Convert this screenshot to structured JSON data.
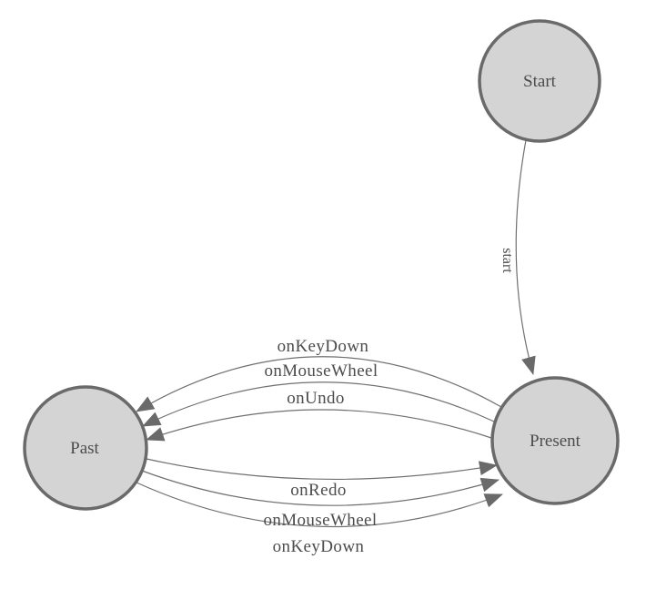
{
  "diagram": {
    "type": "state-machine",
    "colors": {
      "background": "#ffffff",
      "node_fill": "#d4d4d4",
      "node_stroke": "#6a6a6a",
      "edge_stroke": "#707070",
      "arrow_fill": "#6a6a6a",
      "label_text": "#4c4c4c"
    },
    "nodes": [
      {
        "id": "start",
        "label": "Start"
      },
      {
        "id": "past",
        "label": "Past"
      },
      {
        "id": "present",
        "label": "Present"
      }
    ],
    "edges": [
      {
        "from": "Start",
        "to": "Present",
        "label": "start"
      },
      {
        "from": "Present",
        "to": "Past",
        "label": "onKeyDown"
      },
      {
        "from": "Present",
        "to": "Past",
        "label": "onMouseWheel"
      },
      {
        "from": "Present",
        "to": "Past",
        "label": "onUndo"
      },
      {
        "from": "Past",
        "to": "Present",
        "label": "onRedo"
      },
      {
        "from": "Past",
        "to": "Present",
        "label": "onMouseWheel"
      },
      {
        "from": "Past",
        "to": "Present",
        "label": "onKeyDown"
      }
    ]
  }
}
